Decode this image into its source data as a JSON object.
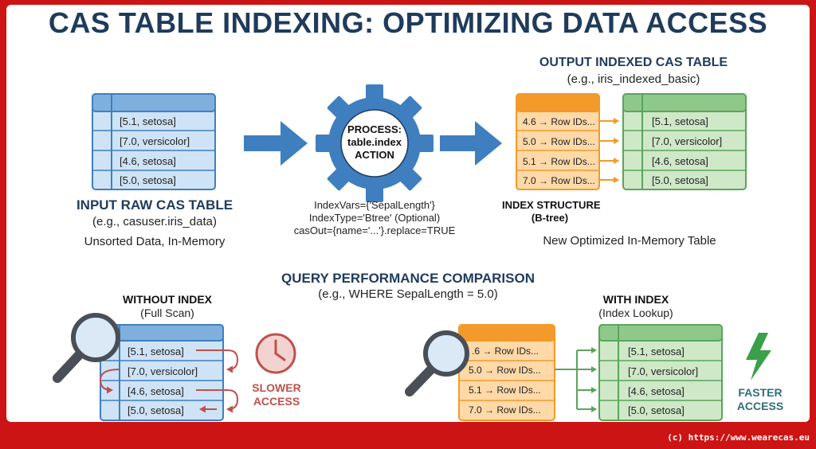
{
  "title": "CAS TABLE INDEXING: OPTIMIZING DATA ACCESS",
  "input": {
    "heading": "INPUT RAW CAS TABLE",
    "example": "(e.g., casuser.iris_data)",
    "note": "Unsorted Data, In-Memory",
    "rows": [
      "[5.1, setosa]",
      "[7.0, versicolor]",
      "[4.6, setosa]",
      "[5.0, setosa]"
    ]
  },
  "process": {
    "line1": "PROCESS:",
    "line2": "table.index",
    "line3": "ACTION",
    "params": [
      "IndexVars={'SepalLength'}",
      "IndexType='Btree' (Optional)",
      "casOut={name='...'}.replace=TRUE"
    ]
  },
  "output": {
    "heading": "OUTPUT INDEXED CAS TABLE",
    "example": "(e.g., iris_indexed_basic)",
    "note": "New Optimized In-Memory Table",
    "index_heading": "INDEX STRUCTURE",
    "index_type": "(B-tree)",
    "index_rows": [
      "4.6 → Row IDs...",
      "5.0 → Row IDs...",
      "5.1 → Row IDs...",
      "7.0 → Row IDs..."
    ],
    "rows": [
      "[5.1, setosa]",
      "[7.0, versicolor]",
      "[4.6, setosa]",
      "[5.0, setosa]"
    ]
  },
  "query": {
    "heading": "QUERY PERFORMANCE COMPARISON",
    "example": "(e.g., WHERE SepalLength = 5.0)",
    "without": {
      "heading": "WITHOUT INDEX",
      "sub": "(Full Scan)",
      "rows": [
        "[5.1, setosa]",
        "[7.0, versicolor]",
        "[4.6, setosa]",
        "[5.0, setosa]"
      ],
      "label1": "SLOWER",
      "label2": "ACCESS"
    },
    "with": {
      "heading": "WITH INDEX",
      "sub": "(Index Lookup)",
      "index_rows": [
        ".6 → Row IDs...",
        "5.0 → Row IDs...",
        "5.1 → Row IDs...",
        "7.0 → Row IDs..."
      ],
      "rows": [
        "[5.1, setosa]",
        "[7.0, versicolor]",
        "[4.6, setosa]",
        "[5.0, setosa]"
      ],
      "label1": "FASTER",
      "label2": "ACCESS"
    }
  },
  "footer": "(c) https://www.wearecas.eu",
  "colors": {
    "frame": "#cc1414",
    "navy": "#1f3b5c",
    "blue": "#3f7fbf",
    "blue_fill": "#cfe3f6",
    "orange": "#f39a2a",
    "orange_fill": "#ffd9a8",
    "green": "#5aa55a",
    "green_fill": "#cfe8c8",
    "red": "#c0504d"
  }
}
